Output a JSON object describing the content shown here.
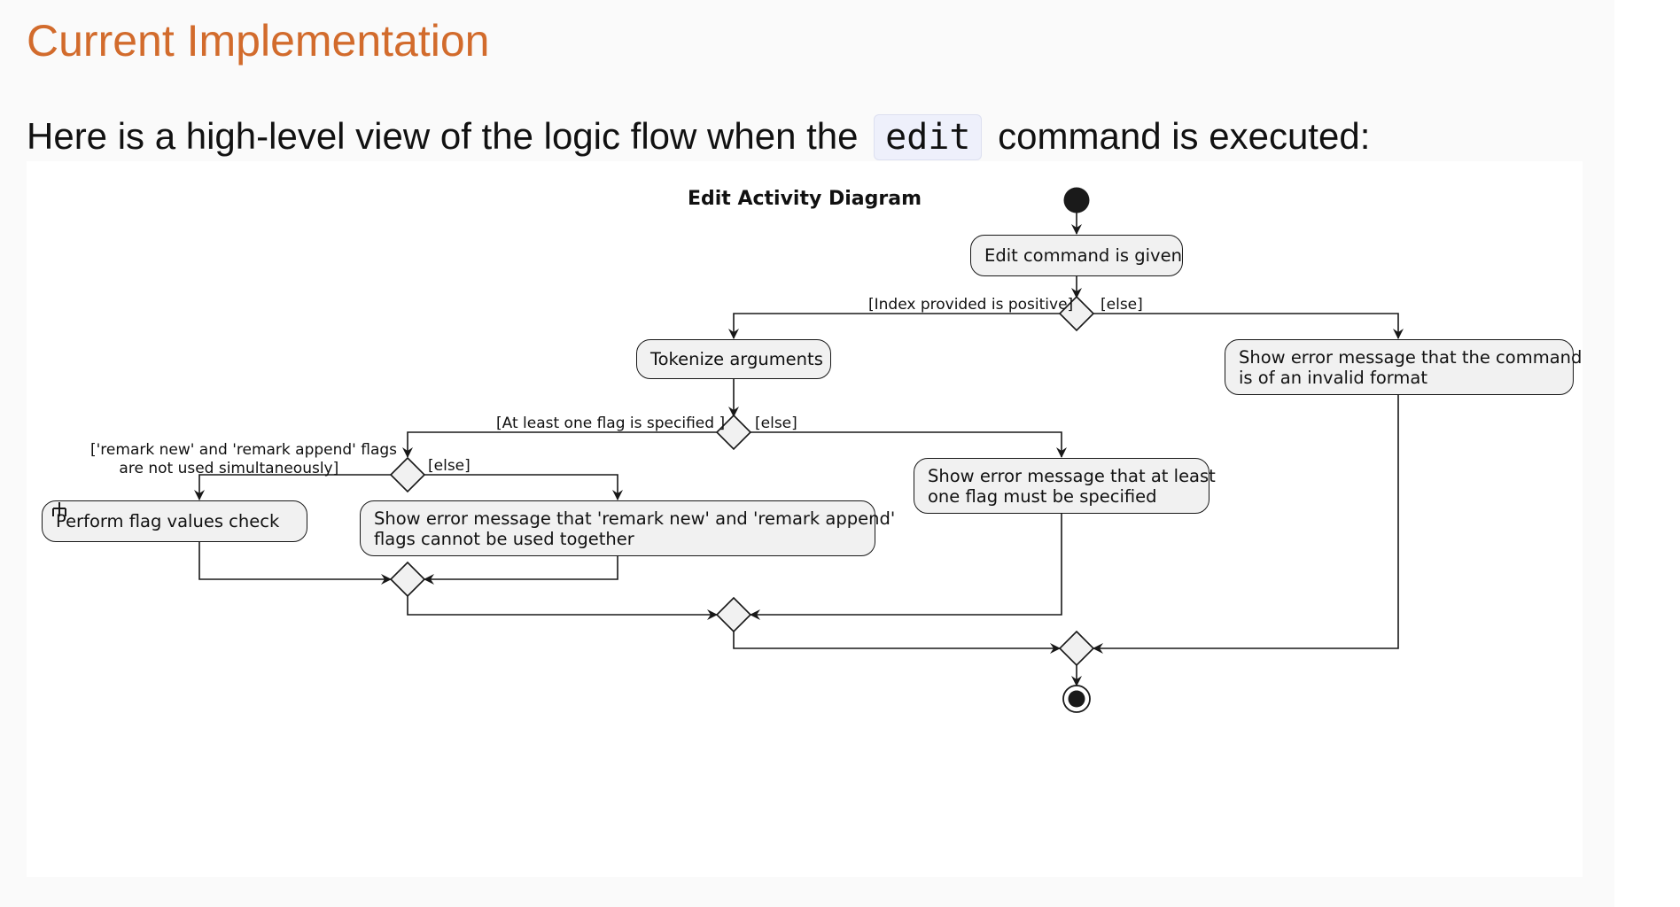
{
  "heading": "Current Implementation",
  "intro": {
    "before": "Here is a high-level view of the logic flow when the ",
    "code": "edit",
    "after": " command is executed:"
  },
  "diagram": {
    "title": "Edit Activity Diagram",
    "nodes": {
      "edit_given": "Edit command is given",
      "tokenize": "Tokenize arguments",
      "invalid_format": "Show error message that the command\nis of an invalid format",
      "flag_required": "Show error message that at least\none flag must be specified",
      "flag_check": "Perform flag values check",
      "remark_conflict": "Show error message that 'remark new' and 'remark append'\nflags cannot be used together"
    },
    "guards": {
      "index_positive": "[Index provided is positive]",
      "index_else": "[else]",
      "flag_specified": "[At least one flag is specified ]",
      "flag_else": "[else]",
      "remark_ok": "['remark new' and 'remark append' flags\n      are not used simultaneously]",
      "remark_else": "[else]"
    },
    "icons": {
      "subprocess": "rake-icon"
    },
    "colors": {
      "heading": "#d26b2c",
      "node_fill": "#f1f1f1",
      "line": "#181818"
    }
  }
}
